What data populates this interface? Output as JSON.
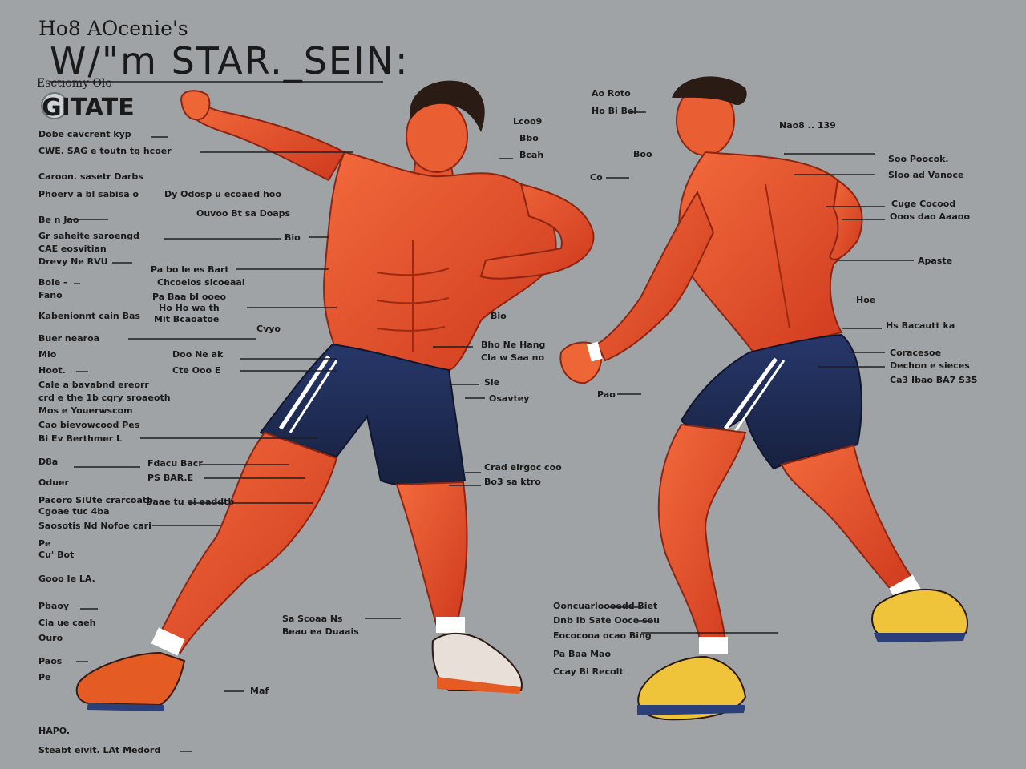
{
  "title": {
    "line1": "Ho8 AOcenie's",
    "line2": "W/\"m STAR._SEIN:",
    "line3": "Esctiomy Olo",
    "line4": "GITATE"
  },
  "colors": {
    "background": "#9fa3a6",
    "skin": "#e8542e",
    "skin_shadow": "#b82f18",
    "shorts": "#1f2e55",
    "stripe": "#ffffff",
    "hair": "#2a1b14",
    "shoe_left": "#e45b24",
    "shoe_right": "#f0c43a"
  },
  "labels": {
    "left_column": [
      "Dobe cavcrent kyp",
      "CWE. SAG e toutn tq hcoer",
      "Caroon. sasetr Darbs",
      "Phoerv a bl sabisa o",
      "Be n Jao",
      "Gr saheite saroengd",
      "CAE eosvitian",
      "Drevy Ne RVU",
      "Bole -",
      "Fano",
      "Kabenionnt cain Bas",
      "Buer nearoa",
      "Mio",
      "Hoot.",
      "Cale a bavabnd ereorr",
      "crd e the 1b cqry sroaeoth",
      "Mos e Youerwscom",
      "Cao bievowcood Pes",
      "Bi Ev Berthmer L",
      "D8a",
      "Oduer",
      "Pacoro SIUte crarcoatb",
      "Cgoae tuc 4ba",
      "Saosotis Nd Nofoe cari",
      "Pe",
      "Cu' Bot",
      "Gooo Ie LA.",
      "Pbaoy",
      "Cia ue caeh",
      "Ouro",
      "Paos",
      "Pe",
      "HAPO.",
      "Steabt eivit. LAt Medord"
    ],
    "left_inner": [
      "Dy Odosp u ecoaed hoo",
      "Ouvoo Bt sa Doaps",
      "Bio",
      "Pa bo le es Bart",
      "Chcoelos sicoeaal",
      "Pa Baa bI ooeo",
      "Ho Ho wa th",
      "Mit Bcaoatoe",
      "Cvyo",
      "Doo Ne ak",
      "Cte Ooo E",
      "Fdacu Bacr",
      "PS BAR.E",
      "Baae tu ei eaddtb",
      "Maf"
    ],
    "center_column": [
      "Lcoo9",
      "Bbo",
      "Bcah",
      "Bio",
      "Bho Ne Hang",
      "Cla w Saa no",
      "Sie",
      "Osavtey",
      "Crad elrgoc coo",
      "Bo3 sa ktro",
      "Sa Scoaa Ns",
      "Beau ea Duaais",
      "Ooncuarloooedd Biet",
      "Dnb Ib Sate Ooce seu",
      "Eococooa ocao Bing",
      "Pa Baa Mao",
      "Ccay Bi Recolt"
    ],
    "right_column": [
      "Ao Roto",
      "Ho Bi Bel",
      "Nao8 .. 139",
      "Boo",
      "Co",
      "Soo Poocok.",
      "Sloo ad Vanoce",
      "Cuge Cocood",
      "Ooos dao Aaaoo",
      "Apaste",
      "Hoe",
      "Hs Bacautt ka",
      "Coracesoe",
      "Dechon e sieces",
      "Ca3 Ibao BA7 S35",
      "Pao"
    ]
  }
}
